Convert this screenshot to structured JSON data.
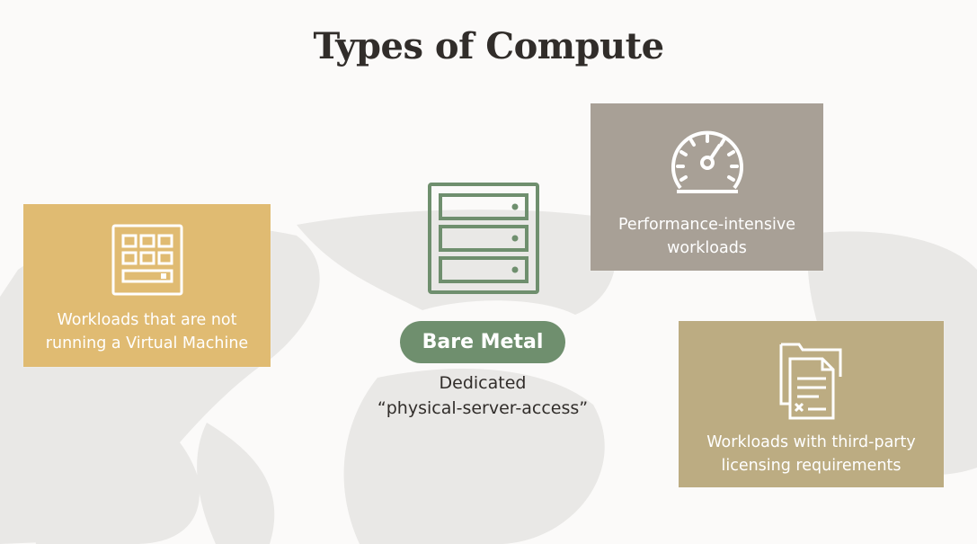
{
  "slide": {
    "title": "Types of Compute"
  },
  "cards": {
    "vm": {
      "line1": "Workloads that are not",
      "line2": "running a Virtual Machine",
      "color": "#e0bb72",
      "icon": "keypad-icon"
    },
    "performance": {
      "line1": "Performance-intensive",
      "line2": "workloads",
      "color": "#a8a096",
      "icon": "speedometer-icon"
    },
    "licensing": {
      "line1": "Workloads with third-party",
      "line2": "licensing requirements",
      "color": "#bcac82",
      "icon": "license-documents-icon"
    }
  },
  "center": {
    "icon": "server-rack-icon",
    "badge": "Bare Metal",
    "badge_color": "#6f8f6e",
    "desc_line1": "Dedicated",
    "desc_line2": "“physical-server-access”"
  }
}
